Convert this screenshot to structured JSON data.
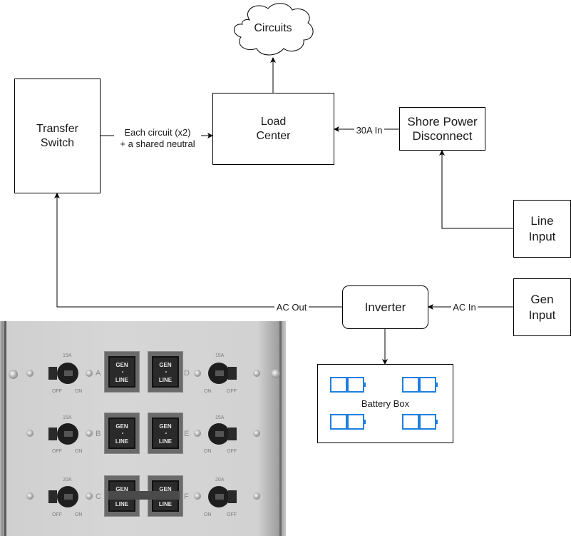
{
  "diagram": {
    "nodes": {
      "circuits": "Circuits",
      "load_center": "Load\nCenter",
      "transfer_switch": "Transfer\nSwitch",
      "shore_power": "Shore Power\nDisconnect",
      "line_input": "Line\nInput",
      "gen_input": "Gen\nInput",
      "inverter": "Inverter",
      "battery_box": "Battery Box"
    },
    "edge_labels": {
      "transfer_to_load": "Each circuit (x2)\n+ a shared neutral",
      "shore_to_load": "30A In",
      "inverter_to_transfer": "AC Out",
      "gen_to_inverter": "AC In"
    },
    "battery_icon": "battery-icon",
    "battery_count": 4,
    "accent_color": "#1f7fe0"
  },
  "photo": {
    "description": "transfer switch panel photo",
    "breakers": [
      {
        "letter": "A",
        "rating": "15A",
        "left": "OFF",
        "right": "ON"
      },
      {
        "letter": "D",
        "rating": "15A",
        "left": "ON",
        "right": "OFF"
      },
      {
        "letter": "B",
        "rating": "15A",
        "left": "OFF",
        "right": "ON"
      },
      {
        "letter": "E",
        "rating": "15A",
        "left": "ON",
        "right": "OFF"
      },
      {
        "letter": "C",
        "rating": "20A",
        "left": "OFF",
        "right": "ON"
      },
      {
        "letter": "F",
        "rating": "20A",
        "left": "ON",
        "right": "OFF"
      }
    ],
    "rocker_top": "GEN",
    "rocker_bottom": "LINE"
  }
}
